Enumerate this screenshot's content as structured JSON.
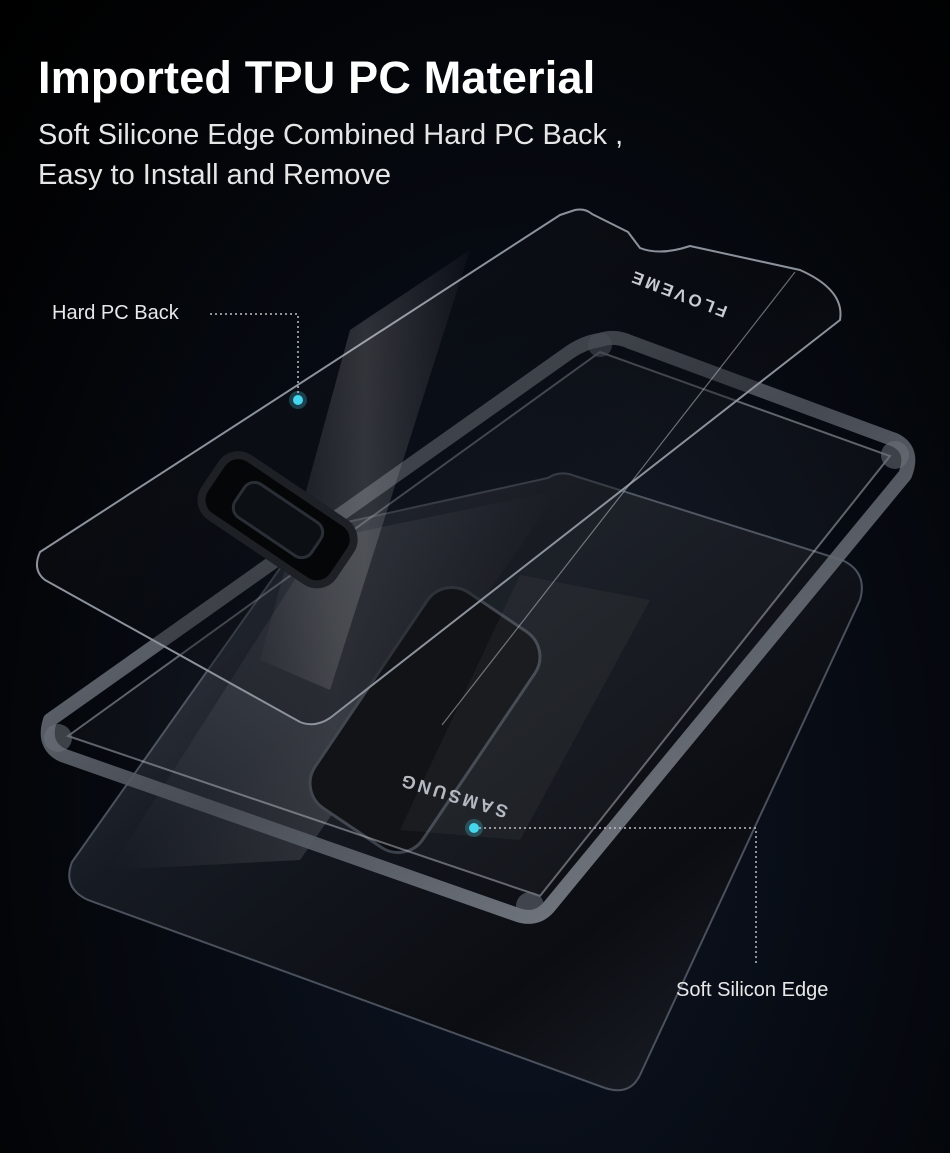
{
  "headline": "Imported TPU PC Material",
  "subheadline": {
    "line1": "Soft Silicone Edge Combined Hard PC Back ,",
    "line2": "Easy to Install and Remove"
  },
  "callouts": {
    "hard_pc_back": "Hard PC Back",
    "soft_silicon_edge": "Soft Silicon Edge"
  },
  "brand_marks": {
    "case_brand": "FLOVEME",
    "phone_brand": "SAMSUNG"
  },
  "colors": {
    "background": "#05080f",
    "headline_text": "#ffffff",
    "callout_dot": "#46d6ee",
    "callout_line": "#bfbfbf"
  }
}
